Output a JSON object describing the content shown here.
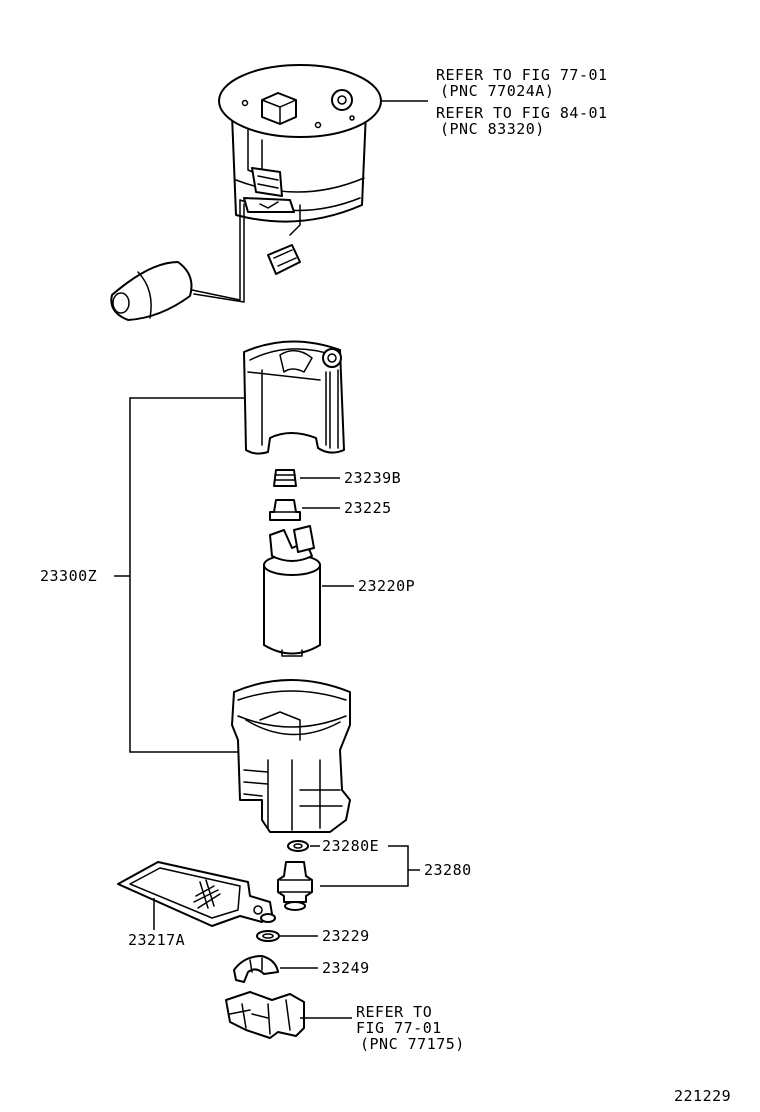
{
  "refer_top": {
    "line1": "REFER TO FIG 77-01",
    "line2": "(PNC 77024A)",
    "line3": "REFER TO FIG 84-01",
    "line4": "(PNC 83320)"
  },
  "refer_bottom": {
    "line1": "REFER TO",
    "line2": "FIG 77-01",
    "line3": "(PNC 77175)"
  },
  "parts": {
    "p23239B": "23239B",
    "p23225": "23225",
    "p23220P": "23220P",
    "p23300Z": "23300Z",
    "p23280E": "23280E",
    "p23280": "23280",
    "p23217A": "23217A",
    "p23229": "23229",
    "p23249": "23249"
  },
  "figure_number": "221229"
}
